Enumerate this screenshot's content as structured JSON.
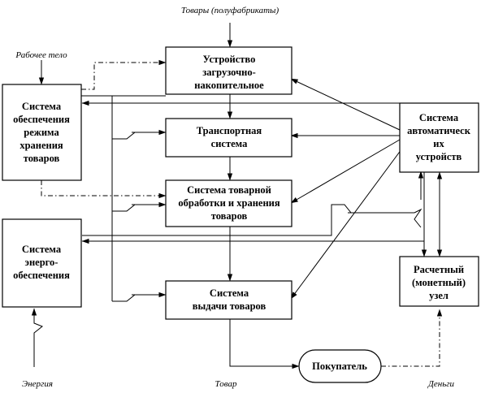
{
  "inputs": {
    "goods": "Товары (полуфабрикаты)",
    "working_fluid": "Рабочее тело",
    "energy": "Энергия",
    "product": "Товар",
    "money": "Деньги"
  },
  "blocks": {
    "loading": [
      "Устройство",
      "загрузочно-",
      "накопительное"
    ],
    "storage_mode": [
      "Система",
      "обеспечения",
      "режима",
      "хранения",
      "товаров"
    ],
    "transport": [
      "Транспортная",
      "система"
    ],
    "processing": [
      "Система товарной",
      "обработки и хранения",
      "товаров"
    ],
    "automatic": [
      "Система",
      "автоматическ",
      "их",
      "устройств"
    ],
    "energy_supply": [
      "Система",
      "энерго-",
      "обеспечения"
    ],
    "dispensing": [
      "Система",
      "выдачи товаров"
    ],
    "payment": [
      "Расчетный",
      "(монетный)",
      "узел"
    ],
    "buyer": [
      "Покупатель"
    ]
  }
}
